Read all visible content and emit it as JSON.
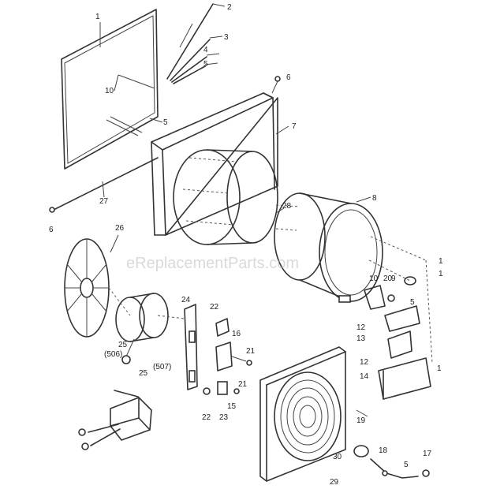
{
  "watermark": "eReplacementParts.com",
  "labels": {
    "l1": "1",
    "l2": "2",
    "l3": "3",
    "l4": "4",
    "l5a": "5",
    "l5b": "5",
    "l5c": "5",
    "l5d": "5",
    "l6a": "6",
    "l6b": "6",
    "l7": "7",
    "l8": "8",
    "l9": "9",
    "l10": "10",
    "l10b": "10",
    "l11a": "1",
    "l11b": "1",
    "l11c": "1",
    "l12a": "12",
    "l12b": "12",
    "l13": "13",
    "l14": "14",
    "l15": "15",
    "l16": "16",
    "l17": "17",
    "l18": "18",
    "l19": "19",
    "l20": "20",
    "l21a": "21",
    "l21b": "21",
    "l22a": "22",
    "l22b": "22",
    "l23": "23",
    "l24": "24",
    "l25a": "25",
    "l25b": "25",
    "l26": "26",
    "l27": "27",
    "l28": "28",
    "l29": "29",
    "l30": "30",
    "s506": "(506)",
    "s507": "(507)"
  }
}
